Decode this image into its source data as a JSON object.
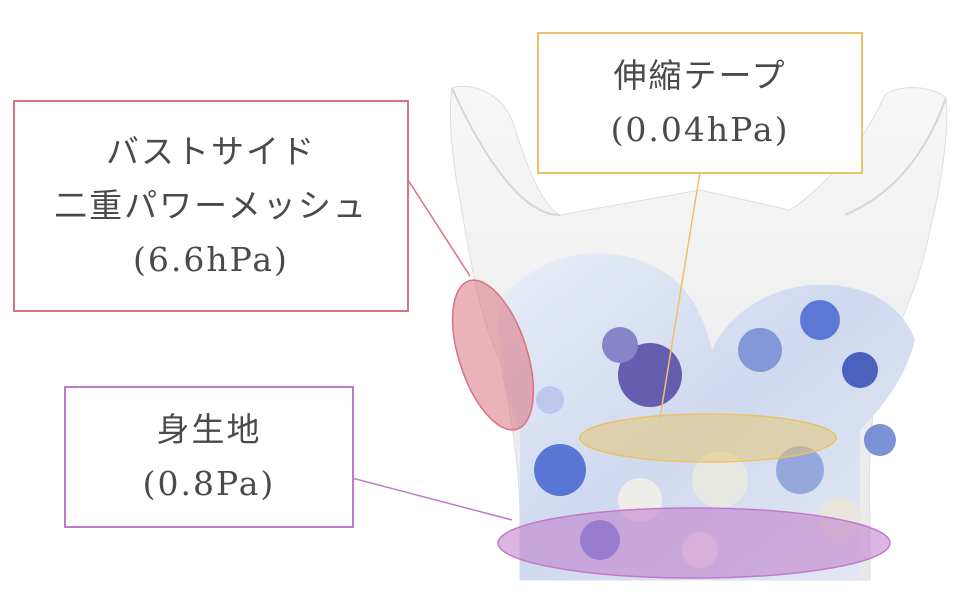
{
  "colors": {
    "tape": "#e8c36a",
    "bust_side": "#d9737f",
    "body_fabric": "#c07acb",
    "text": "#4a4a4a"
  },
  "callouts": {
    "stretch_tape": {
      "name": "伸縮テープ",
      "value": "(0.04hPa)"
    },
    "bust_side": {
      "name_line1": "バストサイド",
      "name_line2": "二重パワーメッシュ",
      "value": "(6.6hPa)"
    },
    "body_fabric": {
      "name": "身生地",
      "value": "(0.8Pa)"
    }
  }
}
